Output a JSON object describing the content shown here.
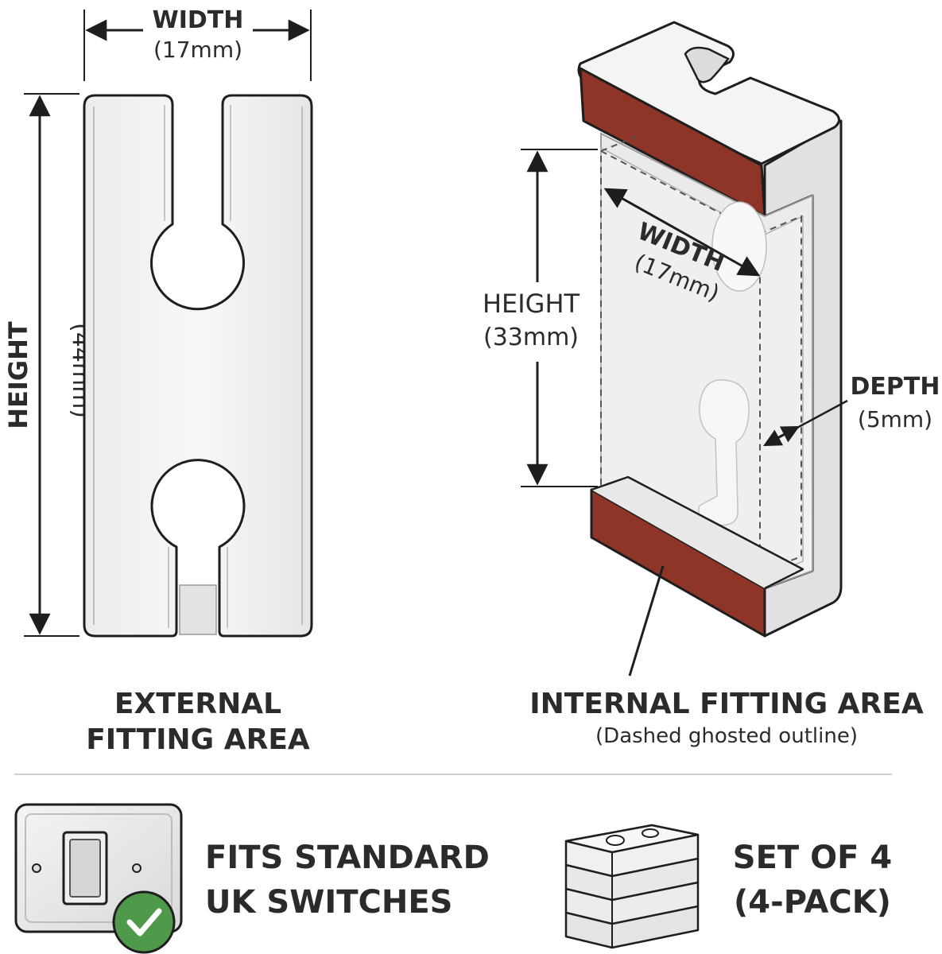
{
  "external": {
    "width_label": "WIDTH",
    "width_value": "(17mm)",
    "height_label": "HEIGHT",
    "height_value": "(44mm)",
    "caption_line1": "EXTERNAL",
    "caption_line2": "FITTING AREA"
  },
  "internal": {
    "width_label": "WIDTH",
    "width_value": "(17mm)",
    "height_label": "HEIGHT",
    "height_value": "(33mm)",
    "depth_label": "DEPTH",
    "depth_value": "(5mm)",
    "caption_line1": "INTERNAL FITTING AREA",
    "caption_line2": "(Dashed ghosted outline)"
  },
  "features": {
    "fits_line1": "FITS STANDARD",
    "fits_line2": "UK SWITCHES",
    "set_line1": "SET OF 4",
    "set_line2": "(4-PACK)"
  },
  "icons": {
    "switch": "light-switch-icon",
    "check": "check-badge-icon",
    "stack": "stacked-spacers-icon"
  },
  "colors": {
    "adhesive": "#8e3527",
    "check_green": "#4f9a4a",
    "text": "#2b2b2b"
  }
}
